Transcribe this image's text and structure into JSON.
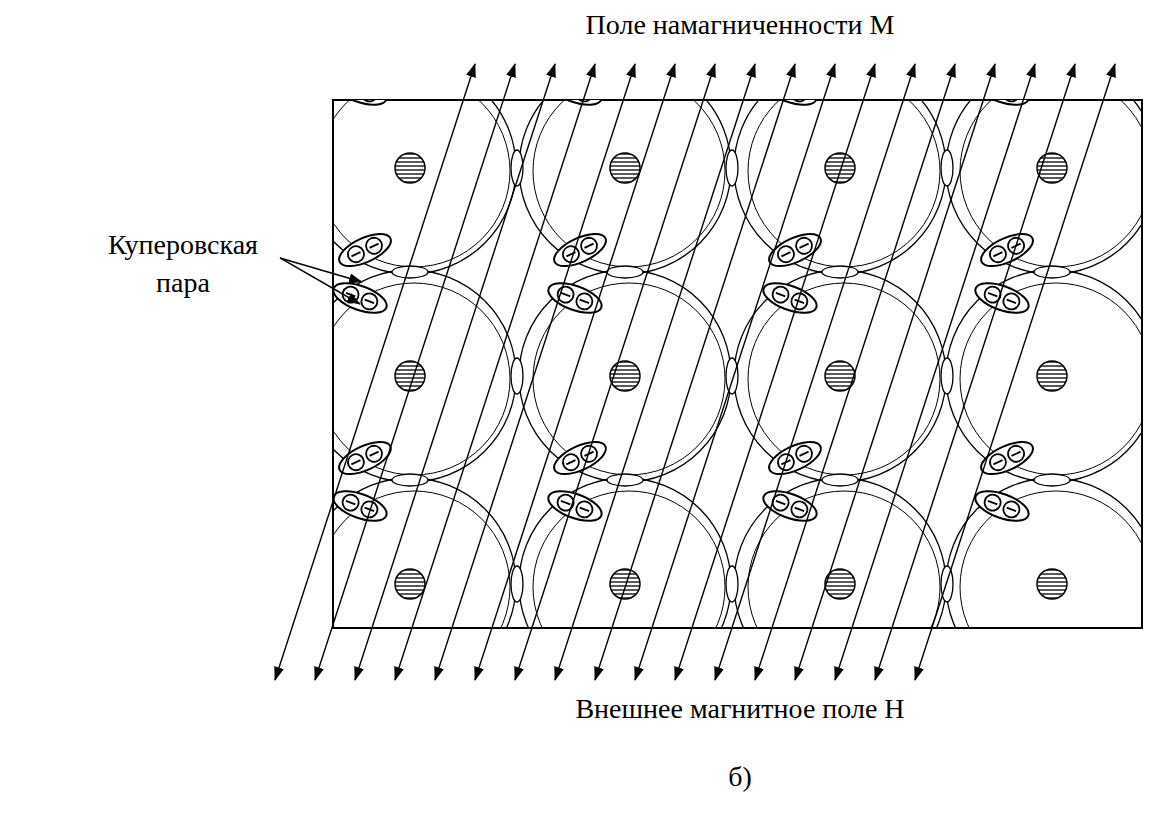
{
  "diagram": {
    "caption": "б)",
    "labels": [
      "Поле намагниченности M",
      "Куперовская пара",
      "Внешнее магнитное поле H"
    ]
  }
}
